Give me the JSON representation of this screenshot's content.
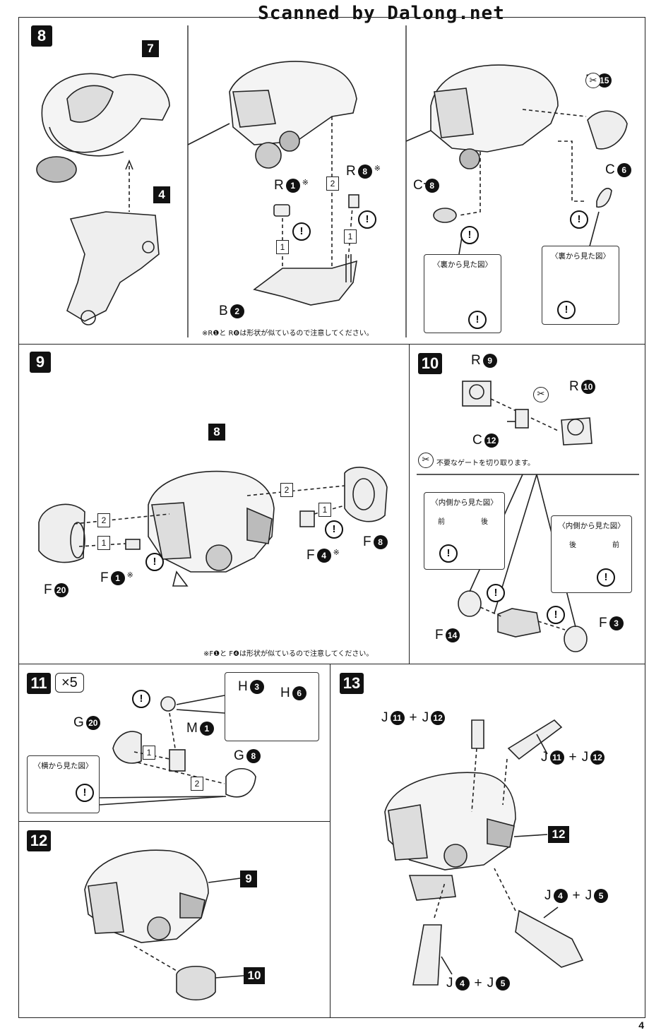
{
  "header": {
    "scan_credit": "Scanned by Dalong.net"
  },
  "page_number": "4",
  "step8": {
    "step": "8",
    "ref_7": "7",
    "ref_4": "4",
    "r1": {
      "letter": "R",
      "num": "1",
      "mark": "※"
    },
    "r8": {
      "letter": "R",
      "num": "8",
      "mark": "※"
    },
    "b2": {
      "letter": "B",
      "num": "2"
    },
    "order_1a": "1",
    "order_1b": "1",
    "order_2": "2",
    "note": "※R❶と R❽は形状が似ているので注意してください。",
    "r15": {
      "letter": "R",
      "num": "15"
    },
    "c8": {
      "letter": "C",
      "num": "8"
    },
    "c6": {
      "letter": "C",
      "num": "6"
    },
    "view_back_a": "〈裏から見た図〉",
    "view_back_b": "〈裏から見た図〉"
  },
  "step9": {
    "step": "9",
    "ref_8": "8",
    "order_2a": "2",
    "order_2b": "2",
    "order_1a": "1",
    "order_1b": "1",
    "f20": {
      "letter": "F",
      "num": "20"
    },
    "f1": {
      "letter": "F",
      "num": "1",
      "mark": "※"
    },
    "f4": {
      "letter": "F",
      "num": "4",
      "mark": "※"
    },
    "f8": {
      "letter": "F",
      "num": "8"
    },
    "note": "※F❶と F❹は形状が似ているので注意してください。"
  },
  "step10": {
    "step": "10",
    "r9": {
      "letter": "R",
      "num": "9"
    },
    "r10": {
      "letter": "R",
      "num": "10"
    },
    "c12": {
      "letter": "C",
      "num": "12"
    },
    "gate_note": "不要なゲートを切り取ります。",
    "view_inner_a": "〈内側から見た図〉",
    "view_inner_b": "〈内側から見た図〉",
    "front": "前",
    "back": "後",
    "front2": "前",
    "back2": "後",
    "f14": {
      "letter": "F",
      "num": "14"
    },
    "f3": {
      "letter": "F",
      "num": "3"
    }
  },
  "step11": {
    "step": "11",
    "multiplier": "×5",
    "h3": {
      "letter": "H",
      "num": "3"
    },
    "h6": {
      "letter": "H",
      "num": "6"
    },
    "g20": {
      "letter": "G",
      "num": "20"
    },
    "m1": {
      "letter": "M",
      "num": "1"
    },
    "g8": {
      "letter": "G",
      "num": "8"
    },
    "order_1": "1",
    "order_2": "2",
    "view_side": "〈横から見た図〉"
  },
  "step12": {
    "step": "12",
    "ref_9": "9",
    "ref_10": "10"
  },
  "step13": {
    "step": "13",
    "ref_12": "12",
    "j11_j12_a": {
      "a": "J",
      "an": "11",
      "plus": "+",
      "b": "J",
      "bn": "12"
    },
    "j11_j12_b": {
      "a": "J",
      "an": "11",
      "plus": "+",
      "b": "J",
      "bn": "12"
    },
    "j4_j5_a": {
      "a": "J",
      "an": "4",
      "plus": "+",
      "b": "J",
      "bn": "5"
    },
    "j4_j5_b": {
      "a": "J",
      "an": "4",
      "plus": "+",
      "b": "J",
      "bn": "5"
    }
  },
  "icons": {
    "caution": "caution-icon",
    "cut": "cut-icon",
    "arrow": "arrow-icon"
  },
  "caution_glyph": "!"
}
